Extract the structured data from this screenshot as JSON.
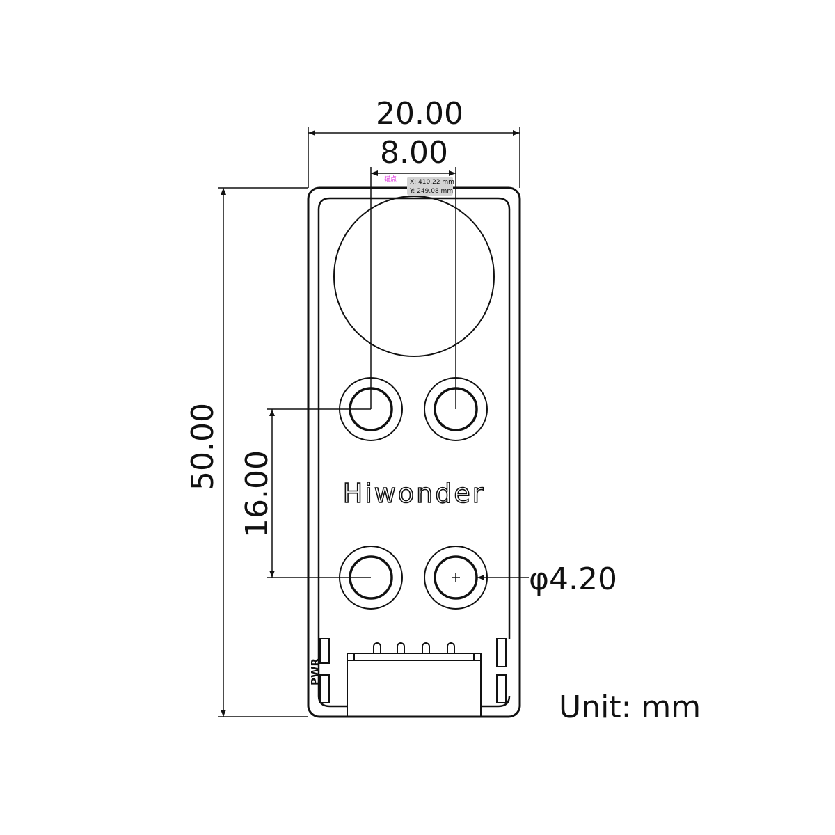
{
  "dimensions": {
    "overall_width": "20.00",
    "hole_spacing_horizontal": "8.00",
    "overall_height": "50.00",
    "hole_spacing_vertical": "16.00",
    "hole_diameter": "φ4.20"
  },
  "unit_label": "Unit: mm",
  "brand_logo": "Hiwonder",
  "silkscreen_label": "PWR",
  "cursor_tooltip": {
    "anchor_label": "锚点",
    "x": "X: 410.22 mm",
    "y": "Y: 249.08 mm"
  },
  "colors": {
    "line": "#111111",
    "anchor": "#e040e0",
    "tooltip_bg": "#d4d4d4"
  }
}
